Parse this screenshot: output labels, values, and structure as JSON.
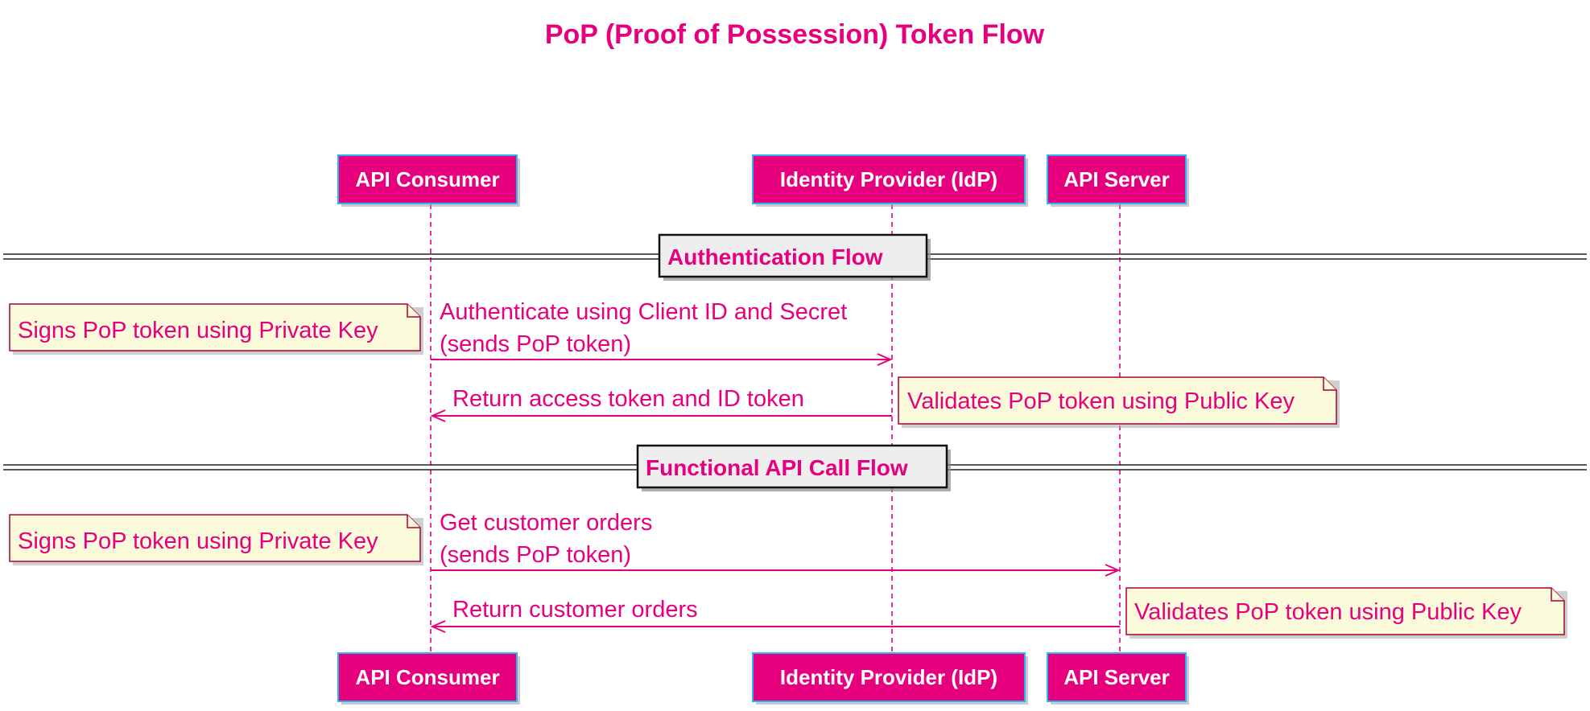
{
  "title": "PoP (Proof of Possession) Token Flow",
  "colors": {
    "accent": "#e6007e",
    "participant_border": "#29b6f6",
    "note_fill": "#fbfbdc",
    "note_border": "#a80036",
    "divider_fill": "#eeeeee"
  },
  "participants": [
    {
      "id": "consumer",
      "label": "API Consumer"
    },
    {
      "id": "idp",
      "label": "Identity Provider (IdP)"
    },
    {
      "id": "server",
      "label": "API Server"
    }
  ],
  "sections": [
    {
      "label": "Authentication Flow"
    },
    {
      "label": "Functional API Call Flow"
    }
  ],
  "messages": [
    {
      "from": "consumer",
      "to": "idp",
      "lines": [
        "Authenticate using Client ID and Secret",
        "(sends PoP token)"
      ]
    },
    {
      "from": "idp",
      "to": "consumer",
      "lines": [
        "Return access token and ID token"
      ]
    },
    {
      "from": "consumer",
      "to": "server",
      "lines": [
        "Get customer orders",
        "(sends PoP token)"
      ]
    },
    {
      "from": "server",
      "to": "consumer",
      "lines": [
        "Return customer orders"
      ]
    }
  ],
  "notes": [
    {
      "text": "Signs PoP token using Private Key",
      "side": "left",
      "participant": "consumer"
    },
    {
      "text": "Validates PoP token using Public Key",
      "side": "right",
      "participant": "idp"
    },
    {
      "text": "Signs PoP token using Private Key",
      "side": "left",
      "participant": "consumer"
    },
    {
      "text": "Validates PoP token using Public Key",
      "side": "right",
      "participant": "server"
    }
  ]
}
